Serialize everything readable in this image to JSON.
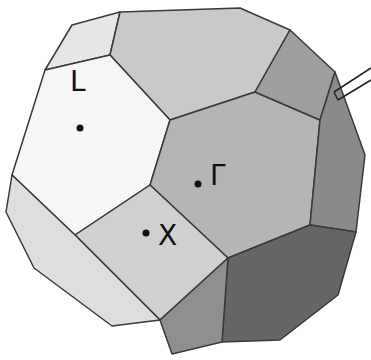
{
  "diagram": {
    "labels": [
      "L",
      "Γ",
      "X"
    ]
  }
}
